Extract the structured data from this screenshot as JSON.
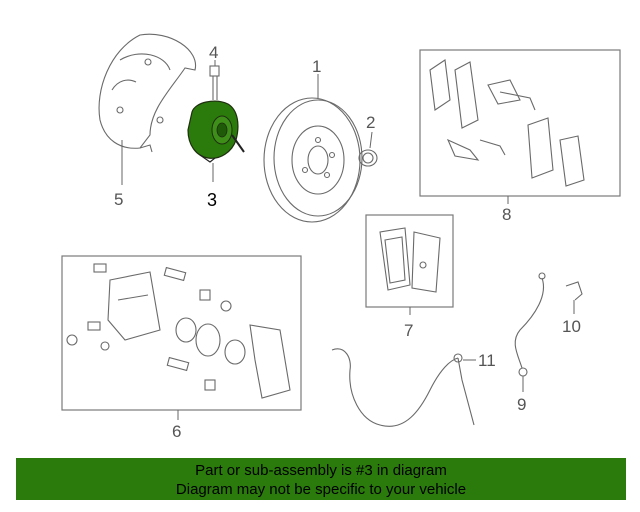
{
  "callouts": {
    "c1": "1",
    "c2": "2",
    "c3": "3",
    "c4": "4",
    "c5": "5",
    "c6": "6",
    "c7": "7",
    "c8": "8",
    "c9": "9",
    "c10": "10",
    "c11": "11"
  },
  "highlight": {
    "part": "3",
    "color": "#2a7a0c"
  },
  "footer": {
    "line1": "Part or sub-assembly is #3 in diagram",
    "line2": "Diagram may not be specific to your vehicle"
  }
}
